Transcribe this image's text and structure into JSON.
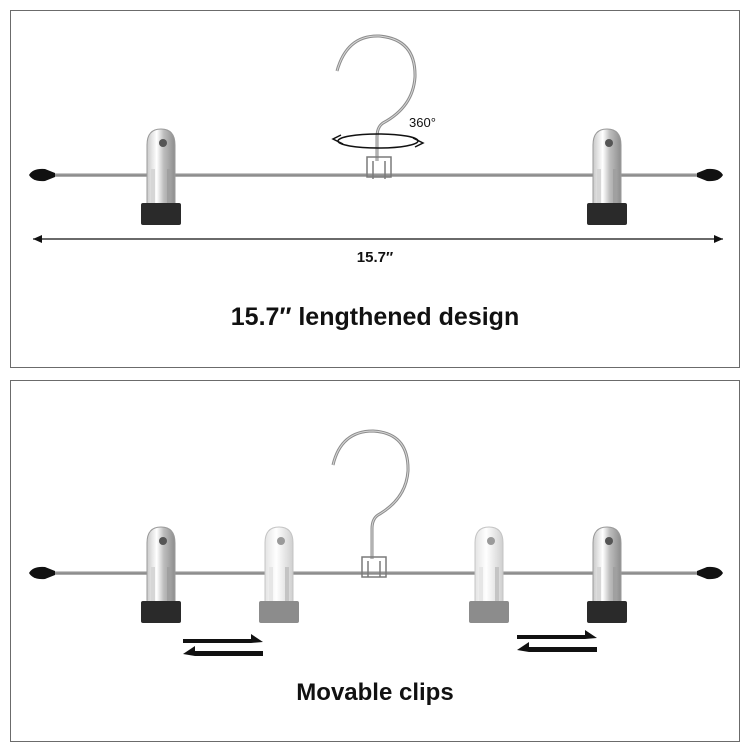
{
  "top_panel": {
    "measure_label": "15.7″",
    "rotation_label": "360°",
    "caption": "15.7″ lengthened design"
  },
  "bottom_panel": {
    "caption": "Movable clips"
  },
  "colors": {
    "border": "#6b6b6b",
    "rod": "#8a8a8a",
    "clip_dark": "#2a2a2a",
    "clip_ghost": "#8c8c8c"
  }
}
